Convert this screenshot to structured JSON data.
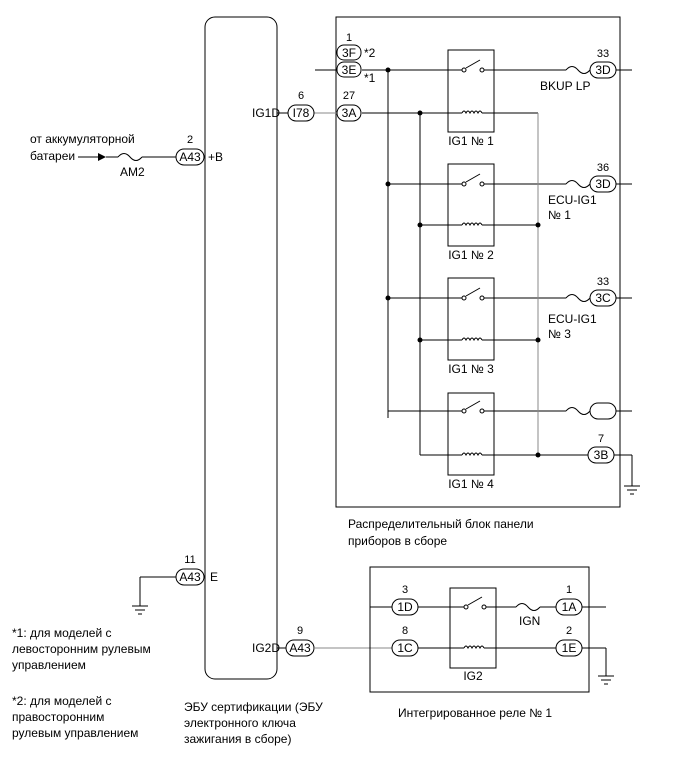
{
  "ecu": {
    "label_line1": "ЭБУ сертификации (ЭБУ",
    "label_line2": "электронного ключа",
    "label_line3": "зажигания в сборе)",
    "ig1d": {
      "name": "IG1D",
      "pin": "6",
      "connector": "I78"
    },
    "plus_b": {
      "name": "+B",
      "pin": "2",
      "connector": "A43"
    },
    "ground": {
      "name": "E",
      "pin": "11",
      "connector": "A43"
    },
    "ig2d": {
      "name": "IG2D",
      "pin": "9",
      "connector": "A43"
    }
  },
  "battery": {
    "line1": "от аккумуляторной",
    "line2": "батареи",
    "fuse": "AM2"
  },
  "junction_block": {
    "label_line1": "Распределительный блок панели",
    "label_line2": "приборов в сборе",
    "conn_3f": {
      "pin": "1",
      "connector": "3F",
      "note": "*2"
    },
    "conn_3e": {
      "connector": "3E",
      "note": "*1"
    },
    "conn_3a": {
      "pin": "27",
      "connector": "3A"
    },
    "conn_3b": {
      "pin": "7",
      "connector": "3B"
    },
    "relays": [
      "IG1 № 1",
      "IG1 № 2",
      "IG1 № 3",
      "IG1 № 4"
    ],
    "outputs": [
      {
        "pin": "33",
        "connector": "3D",
        "fuse_line1": "BKUP LP",
        "fuse_line2": ""
      },
      {
        "pin": "36",
        "connector": "3D",
        "fuse_line1": "ECU-IG1",
        "fuse_line2": "№ 1"
      },
      {
        "pin": "33",
        "connector": "3C",
        "fuse_line1": "ECU-IG1",
        "fuse_line2": "№ 3"
      },
      {
        "pin": "",
        "connector": "",
        "fuse_line1": "",
        "fuse_line2": ""
      }
    ]
  },
  "integrated_relay": {
    "label": "Интегрированное реле № 1",
    "relay": "IG2",
    "fuse": "IGN",
    "conn_1d": {
      "pin": "3",
      "connector": "1D"
    },
    "conn_1c": {
      "pin": "8",
      "connector": "1C"
    },
    "conn_1a": {
      "pin": "1",
      "connector": "1A"
    },
    "conn_1e": {
      "pin": "2",
      "connector": "1E"
    }
  },
  "notes": {
    "n1_line1": "*1: для моделей с",
    "n1_line2": "левосторонним рулевым",
    "n1_line3": "управлением",
    "n2_line1": "*2: для моделей с",
    "n2_line2": "правосторонним",
    "n2_line3": "рулевым управлением"
  }
}
